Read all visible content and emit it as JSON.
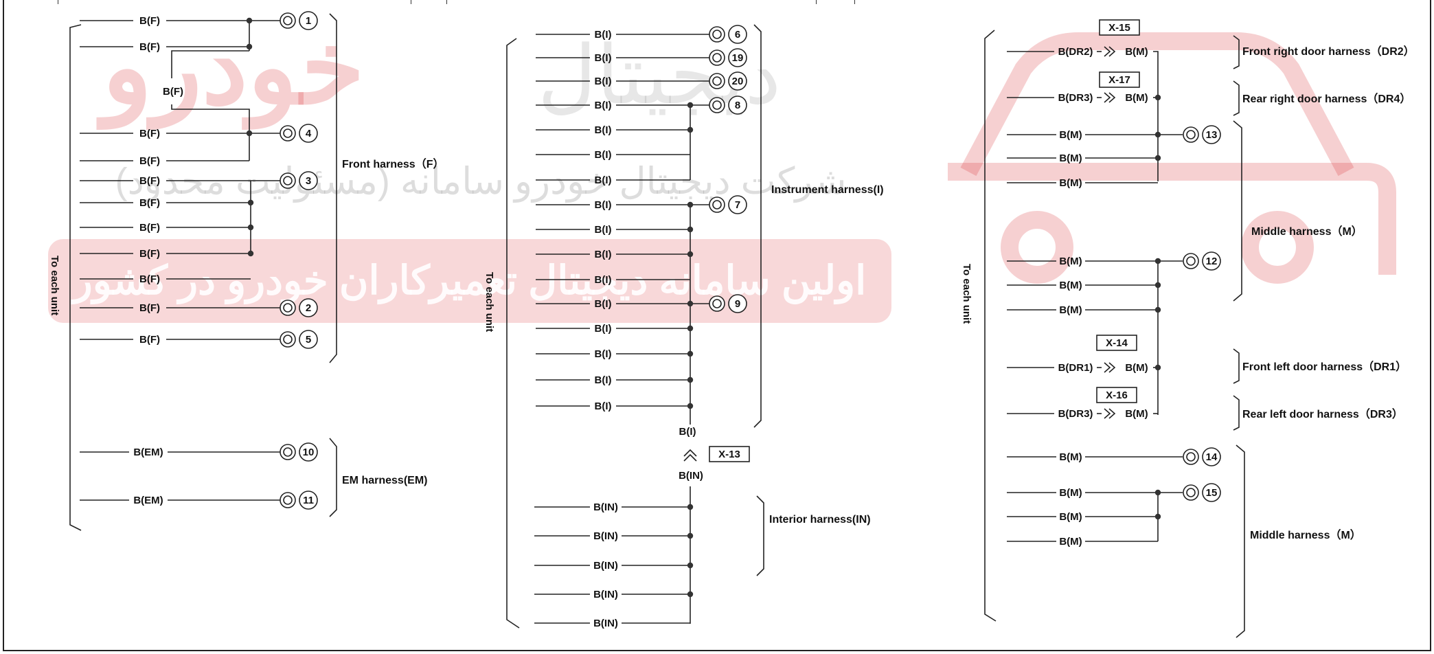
{
  "watermark": {
    "brand": "خودرو",
    "brand2": "دیجیتال",
    "company": "شرکت دیجیتال خودرو سامانه (مسئولیت محدود)",
    "slogan": "اولین سامانه دیجیتال تعمیرکاران خودرو در کشور"
  },
  "labels": {
    "to_each_unit": "To each unit",
    "front_harness": "Front harness（F）",
    "em_harness": "EM harness(EM)",
    "instrument_harness": "Instrument harness(I)",
    "interior_harness": "Interior harness(IN)",
    "front_right_door": "Front right door harness（DR2）",
    "rear_right_door": "Rear right door harness（DR4）",
    "middle_harness": "Middle harness（M）",
    "front_left_door": "Front left door harness（DR1）",
    "rear_left_door": "Rear left door harness（DR3）"
  },
  "wires": {
    "f": "B(F)",
    "em": "B(EM)",
    "i": "B(I)",
    "in": "B(IN)",
    "m": "B(M)",
    "dr1": "B(DR1)",
    "dr2": "B(DR2)",
    "dr3": "B(DR3)"
  },
  "connectors": {
    "x13": "X-13",
    "x14": "X-14",
    "x15": "X-15",
    "x16": "X-16",
    "x17": "X-17"
  },
  "grounds": {
    "g1": "1",
    "g2": "2",
    "g3": "3",
    "g4": "4",
    "g5": "5",
    "g6": "6",
    "g7": "7",
    "g8": "8",
    "g9": "9",
    "g10": "10",
    "g11": "11",
    "g12": "12",
    "g13": "13",
    "g14": "14",
    "g15": "15",
    "g19": "19",
    "g20": "20"
  }
}
